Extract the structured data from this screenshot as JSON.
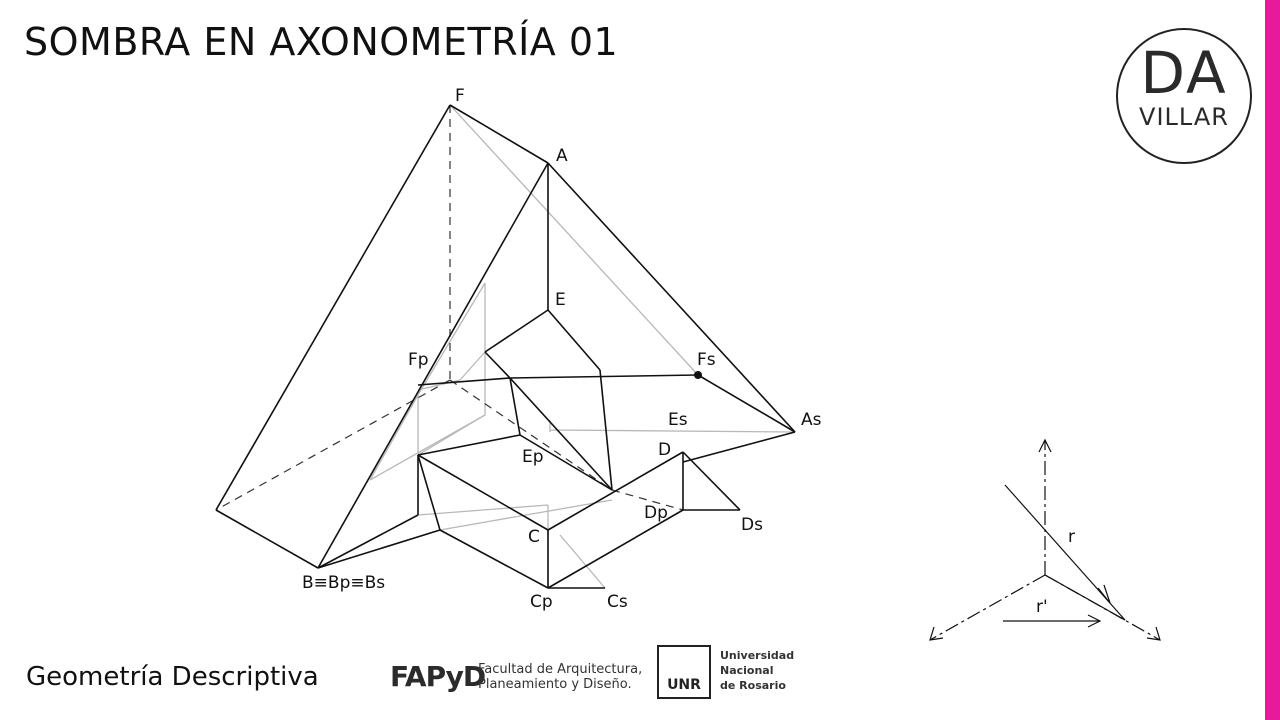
{
  "header": {
    "title": "SOMBRA EN AXONOMETRÍA 01"
  },
  "logo": {
    "line1": "DA",
    "line2": "VILLAR"
  },
  "diagram": {
    "points": {
      "F": "F",
      "A": "A",
      "E": "E",
      "Fp": "Fp",
      "Fs": "Fs",
      "Es": "Es",
      "As": "As",
      "D": "D",
      "Ep": "Ep",
      "Dp": "Dp",
      "Ds": "Ds",
      "C": "C",
      "Cp": "Cp",
      "Cs": "Cs",
      "B": "B≡Bp≡Bs"
    },
    "light_ray": "r",
    "light_projection": "r'"
  },
  "footer": {
    "subject": "Geometría Descriptiva",
    "fapyd_logo": "FAPyD",
    "fapyd_line1": "Facultad de Arquitectura,",
    "fapyd_line2": "Planeamiento y Diseño.",
    "unr_logo": "UNR",
    "unr_line1": "Universidad",
    "unr_line2": "Nacional",
    "unr_line3": "de Rosario"
  },
  "colors": {
    "accent": "#e8199a",
    "line": "#111111",
    "light_line": "#b8b8b8"
  }
}
